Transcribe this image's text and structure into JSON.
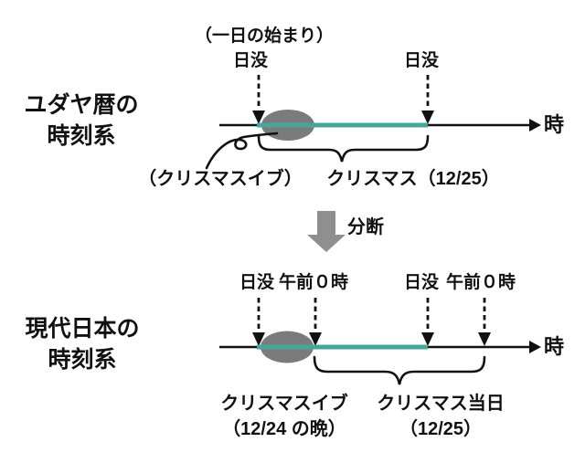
{
  "colors": {
    "accent_teal": "#45A79B",
    "ellipse_gray": "#7B7B7B",
    "arrow_gray": "#8F8F8F"
  },
  "jewish_system": {
    "title_line1": "ユダヤ暦の",
    "title_line2": "時刻系",
    "day_start_note": "（一日の始まり）",
    "sunset_left": "日没",
    "sunset_right": "日没",
    "axis_unit": "時",
    "eve_note": "（クリスマスイブ）",
    "christmas_span": "クリスマス（12/25）"
  },
  "split": {
    "label": "分断"
  },
  "japan_system": {
    "title_line1": "現代日本の",
    "title_line2": "時刻系",
    "sunset_left": "日没",
    "midnight_left": "午前０時",
    "sunset_right": "日没",
    "midnight_right": "午前０時",
    "axis_unit": "時",
    "eve_line1": "クリスマスイブ",
    "eve_line2": "（12/24 の晩）",
    "christmas_line1": "クリスマス当日",
    "christmas_line2": "（12/25）"
  }
}
